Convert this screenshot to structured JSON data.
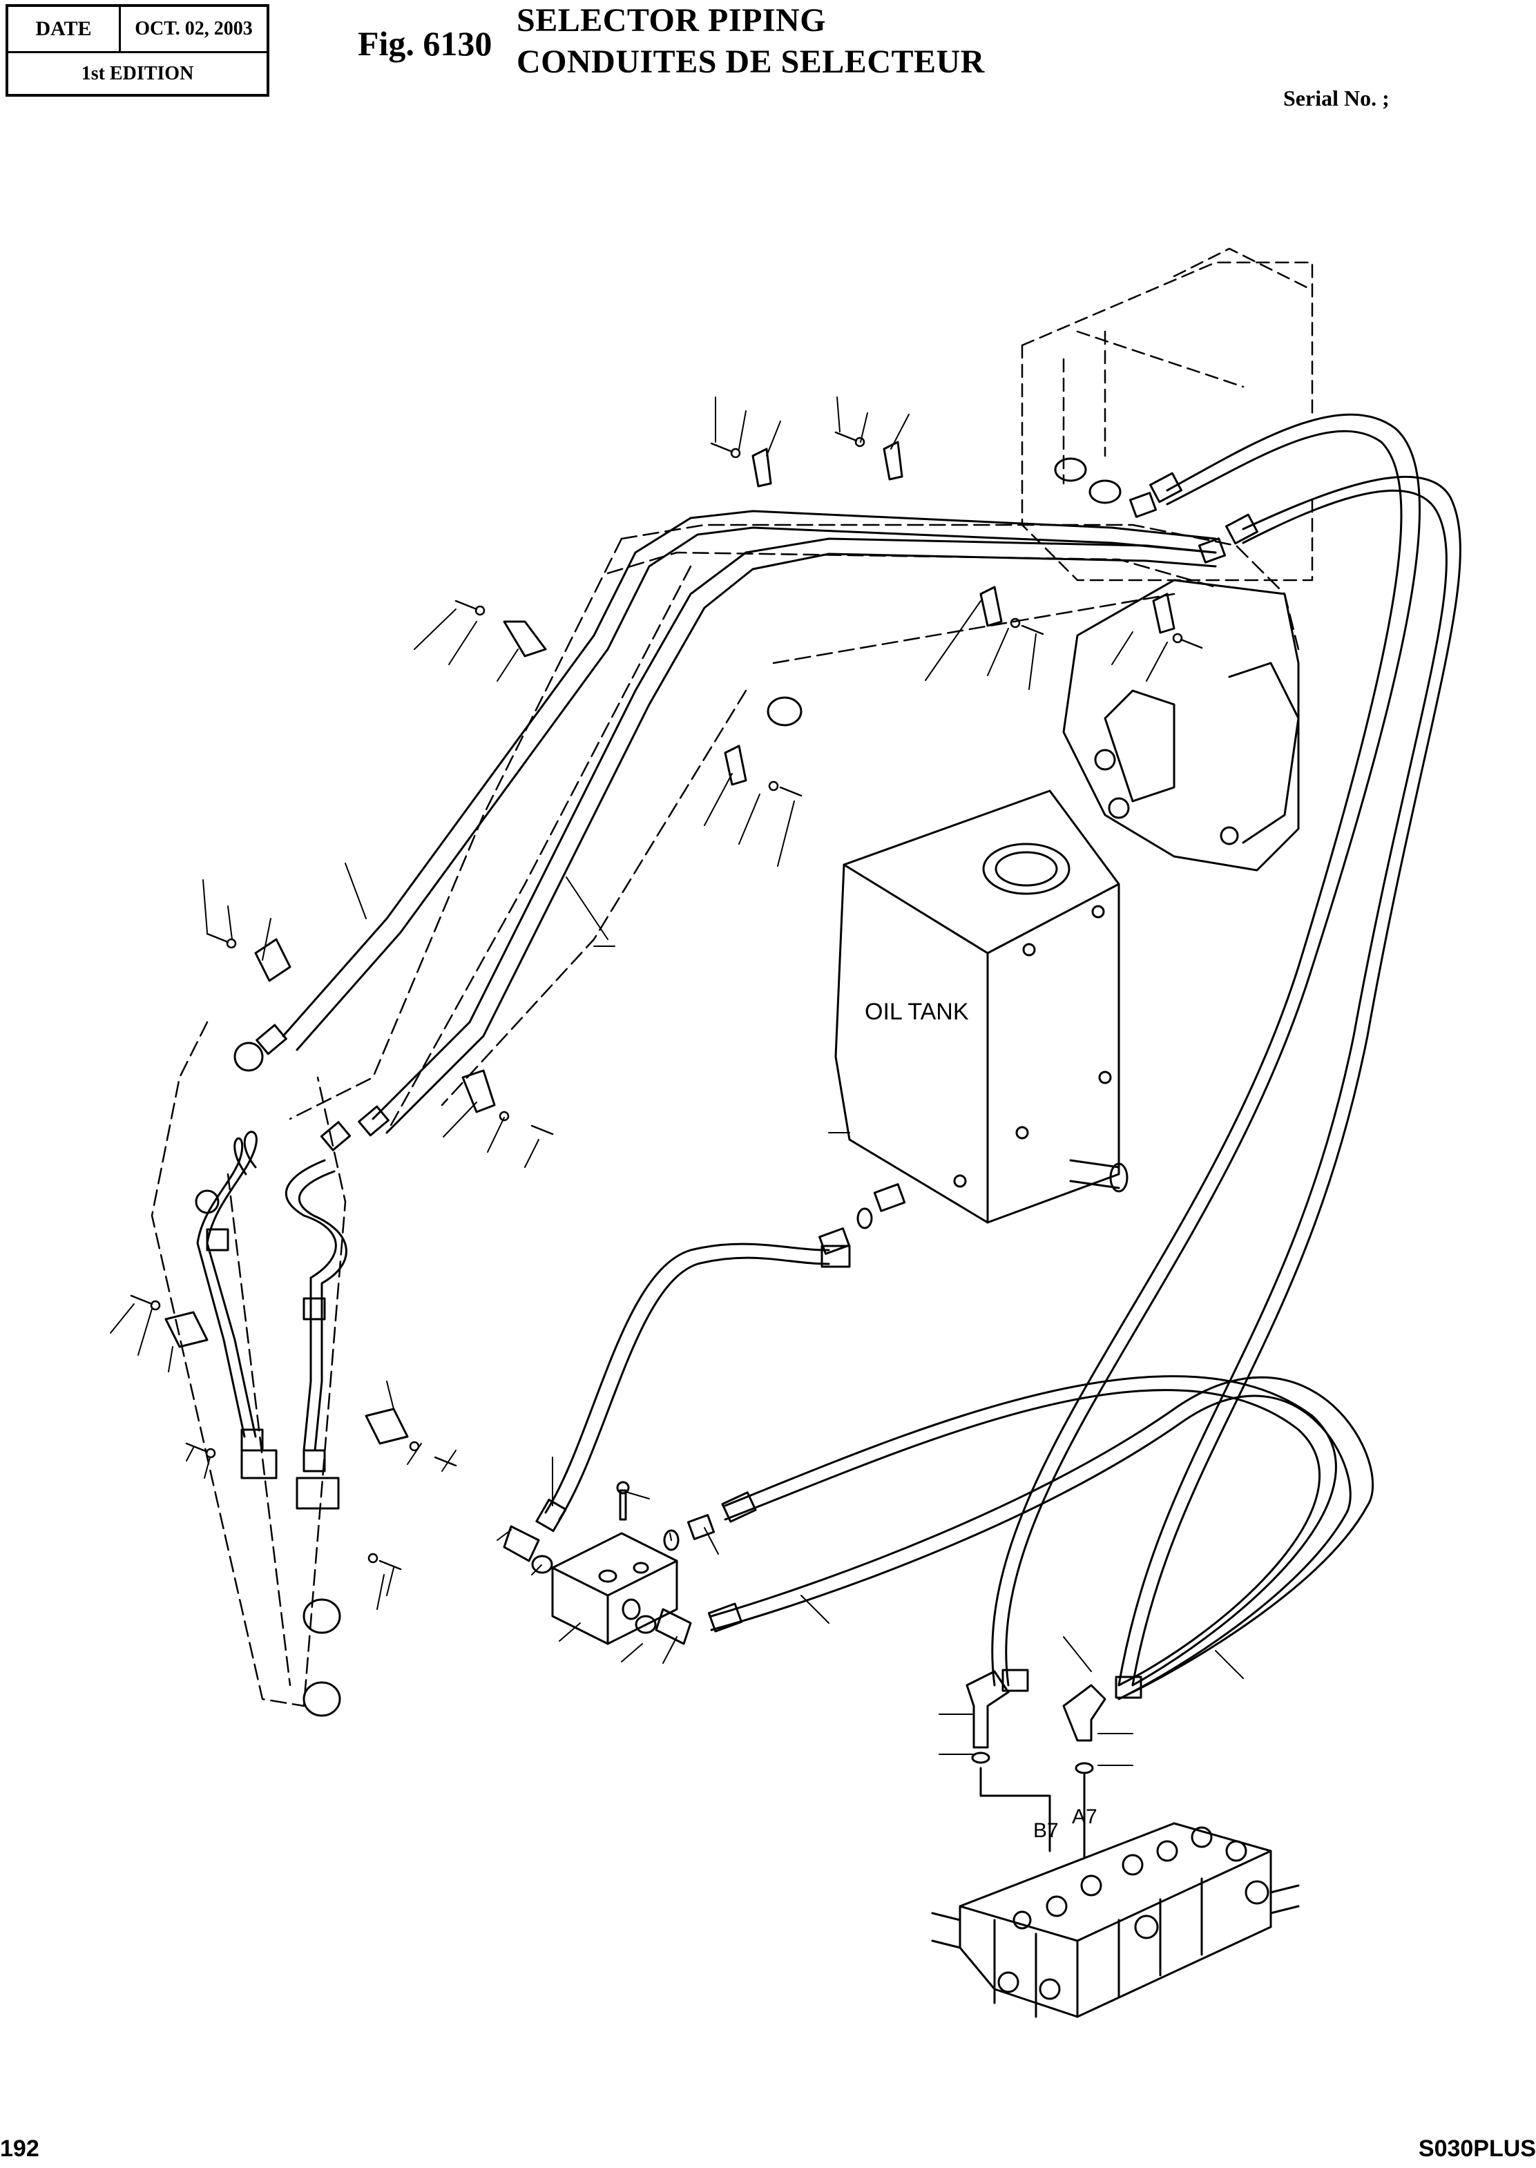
{
  "header": {
    "date_label": "DATE",
    "date_value": "OCT. 02, 2003",
    "edition": "1st EDITION",
    "figure_number": "Fig. 6130",
    "title_en": "SELECTOR PIPING",
    "title_fr": "CONDUITES DE SELECTEUR",
    "serial_label": "Serial No. ;"
  },
  "diagram": {
    "oil_tank_label": "OIL TANK",
    "port_b7": "B7",
    "port_a7": "A7"
  },
  "footer": {
    "page_number": "192",
    "model": "S030PLUS"
  }
}
